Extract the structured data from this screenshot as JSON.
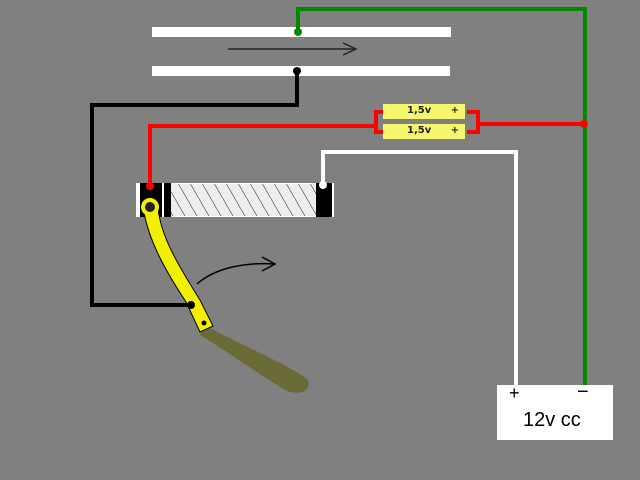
{
  "cells": [
    {
      "voltage": "1,5v",
      "polarity": "+"
    },
    {
      "voltage": "1,5v",
      "polarity": "+"
    }
  ],
  "power_supply": {
    "label": "12v cc",
    "plus": "+",
    "minus": "−"
  },
  "colors": {
    "background": "#808080",
    "wire_positive": "#ff0000",
    "wire_ground": "#008800",
    "wire_white": "#ffffff",
    "lever": "#f0f000",
    "handle": "#6b6b38"
  }
}
